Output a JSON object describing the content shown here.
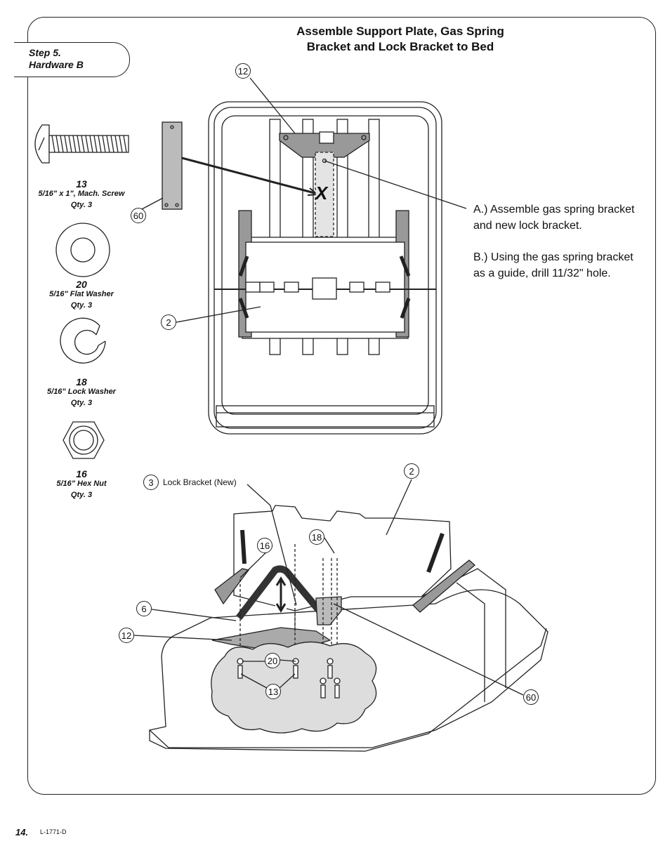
{
  "step": {
    "line1": "Step 5.",
    "line2": "Hardware B"
  },
  "title": {
    "line1": "Assemble Support Plate, Gas Spring",
    "line2": "Bracket and Lock Bracket to Bed"
  },
  "hardware": [
    {
      "num": "13",
      "desc": "5/16\" x 1\", Mach. Screw",
      "qty": "Qty. 3"
    },
    {
      "num": "20",
      "desc": "5/16\" Flat Washer",
      "qty": "Qty. 3"
    },
    {
      "num": "18",
      "desc": "5/16\" Lock Washer",
      "qty": "Qty. 3"
    },
    {
      "num": "16",
      "desc": "5/16\" Hex Nut",
      "qty": "Qty. 3"
    }
  ],
  "notes": {
    "a_line1": "A.) Assemble gas spring bracket",
    "a_line2": "and new lock bracket.",
    "b_line1": "B.) Using the gas spring bracket",
    "b_line2": "as a guide, drill 11/32\" hole."
  },
  "callouts": {
    "top_12": "12",
    "top_60": "60",
    "top_2": "2",
    "bottom_3": "3",
    "bottom_2": "2",
    "bottom_16": "16",
    "bottom_18": "18",
    "bottom_6": "6",
    "bottom_12": "12",
    "bottom_20": "20",
    "bottom_13": "13",
    "bottom_60": "60"
  },
  "drill_mark": "X",
  "lock_label": "Lock Bracket (New)",
  "footer": {
    "page": "14.",
    "code": "L-1771-D"
  }
}
